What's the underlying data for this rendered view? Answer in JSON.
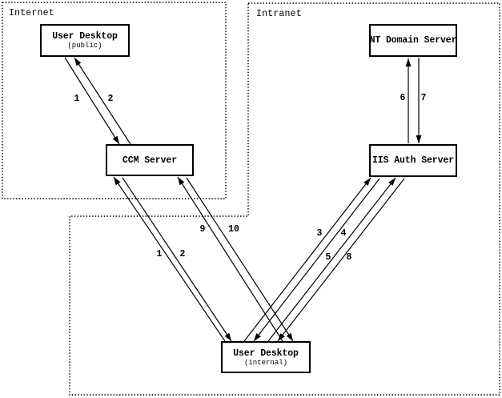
{
  "colors": {
    "ink": "#000000",
    "background": "#ffffff"
  },
  "regions": {
    "internet": {
      "label": "Internet"
    },
    "intranet": {
      "label": "Intranet"
    }
  },
  "nodes": {
    "user_desktop_public": {
      "title": "User Desktop",
      "subtitle": "(public)"
    },
    "ccm_server": {
      "title": "CCM Server"
    },
    "nt_domain_server": {
      "title": "NT Domain Server"
    },
    "iis_auth_server": {
      "title": "IIS Auth Server"
    },
    "user_desktop_internal": {
      "title": "User Desktop",
      "subtitle": "(internal)"
    }
  },
  "arrow_labels": {
    "public_desktop_ccm": [
      "1",
      "2"
    ],
    "ccm_internal_desktop": [
      "1",
      "2",
      "9",
      "10"
    ],
    "iis_internal_desktop": [
      "3",
      "4",
      "5",
      "8"
    ],
    "nt_iis": [
      "6",
      "7"
    ]
  }
}
